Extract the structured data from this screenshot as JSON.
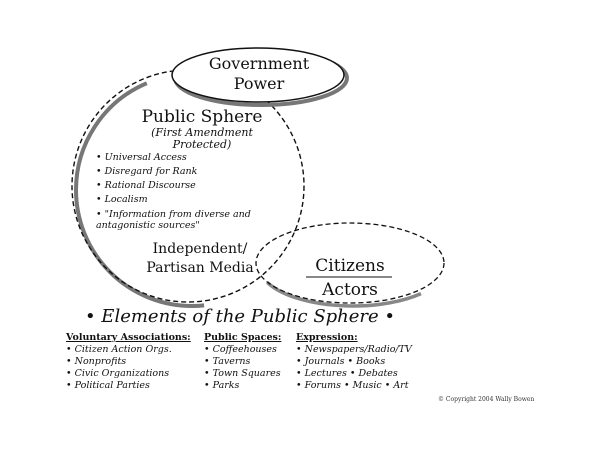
{
  "government": {
    "label_line1": "Government",
    "label_line2": "Power"
  },
  "public_sphere": {
    "title": "Public Sphere",
    "subtitle_line1": "(First Amendment",
    "subtitle_line2": "Protected)",
    "features": [
      "Universal Access",
      "Disregard for Rank",
      "Rational Discourse",
      "Localism",
      "\"Information from diverse and antagonistic sources\""
    ]
  },
  "media": {
    "label_line1": "Independent/",
    "label_line2": "Partisan Media"
  },
  "citizens": {
    "label_line1": "Citizens",
    "label_line2": "Actors"
  },
  "elements": {
    "title": "• Elements of the Public Sphere •",
    "columns": [
      {
        "heading": "Voluntary Associations:",
        "items": [
          "Citizen Action Orgs.",
          "Nonprofits",
          "Civic Organizations",
          "Political Parties"
        ]
      },
      {
        "heading": "Public Spaces:",
        "items": [
          "Coffeehouses",
          "Taverns",
          "Town Squares",
          "Parks"
        ]
      },
      {
        "heading": "Expression:",
        "items": [
          "Newspapers/Radio/TV",
          "Journals • Books",
          "Lectures • Debates",
          "Forums • Music • Art"
        ]
      }
    ]
  },
  "copyright": "© Copyright 2004 Wally Bowen"
}
